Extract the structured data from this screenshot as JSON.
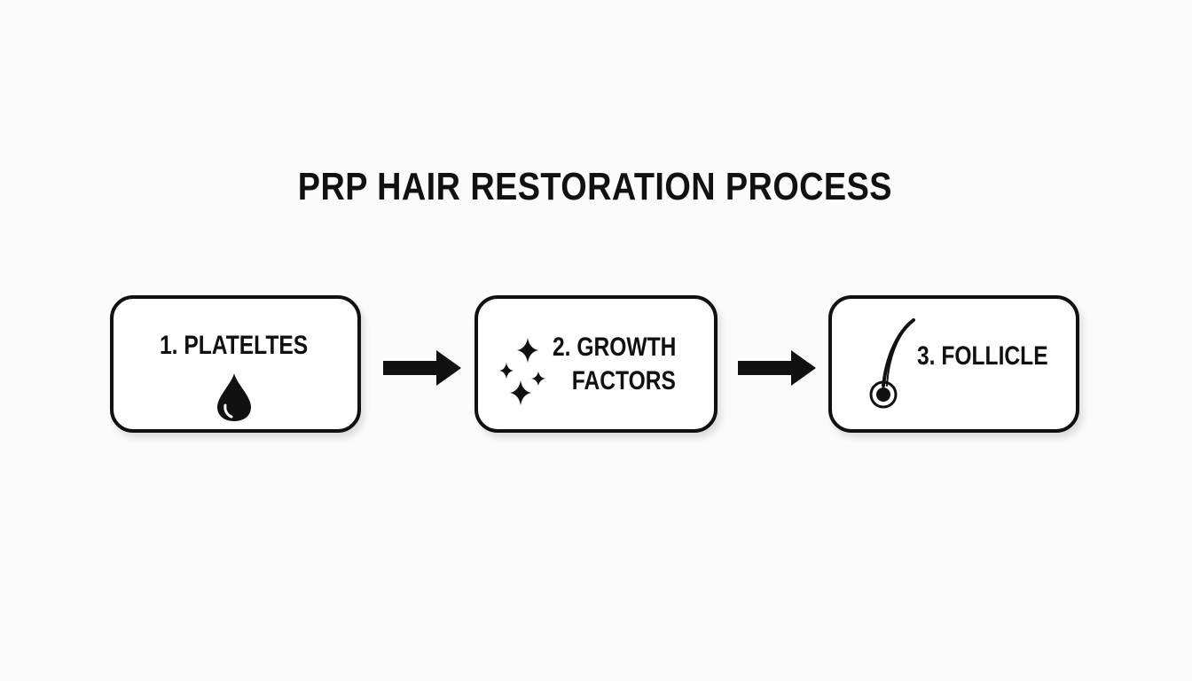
{
  "title": "PRP HAIR RESTORATION PROCESS",
  "steps": [
    {
      "label": "1. PLATELTES",
      "icon": "blood-drop-icon"
    },
    {
      "label_line1": "2. GROWTH",
      "label_line2": "FACTORS",
      "icon": "sparkles-icon"
    },
    {
      "label": "3. FOLLICLE",
      "icon": "hair-follicle-icon"
    }
  ],
  "connectors": [
    "arrow-right-icon",
    "arrow-right-icon"
  ],
  "colors": {
    "background": "#fbfbfb",
    "stroke": "#111111",
    "box_fill": "#ffffff"
  }
}
